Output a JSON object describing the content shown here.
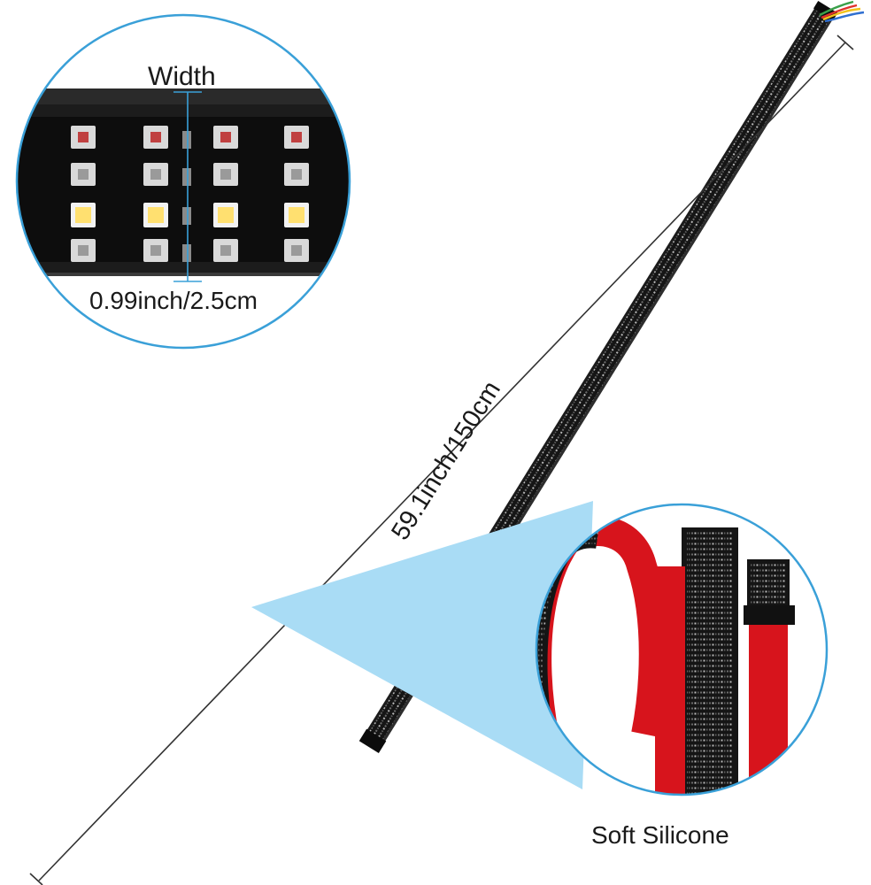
{
  "labels": {
    "width_heading": "Width",
    "width_dimension": "0.99inch/2.5cm",
    "length_dimension": "59.1inch/150cm",
    "material": "Soft Silicone"
  },
  "colors": {
    "background": "#ffffff",
    "strip_body": "#141414",
    "strip_edge": "#2b2b2b",
    "callout_ring": "#3aa0d8",
    "callout_cone": "#a9dcf5",
    "led_red_chip": "#d9d9d9",
    "led_red_core": "#c04040",
    "led_white_chip": "#f2f2f2",
    "led_amber": "#ffe070",
    "silicone_backing": "#d7141c",
    "wire_red": "#e0302a",
    "wire_yellow": "#f2c21c",
    "wire_green": "#3aa04a",
    "wire_blue": "#2f6fd1",
    "dimension_line": "#333333"
  },
  "icons": {
    "width_marker": "vertical-dimension-line",
    "length_marker": "diagonal-dimension-line"
  }
}
